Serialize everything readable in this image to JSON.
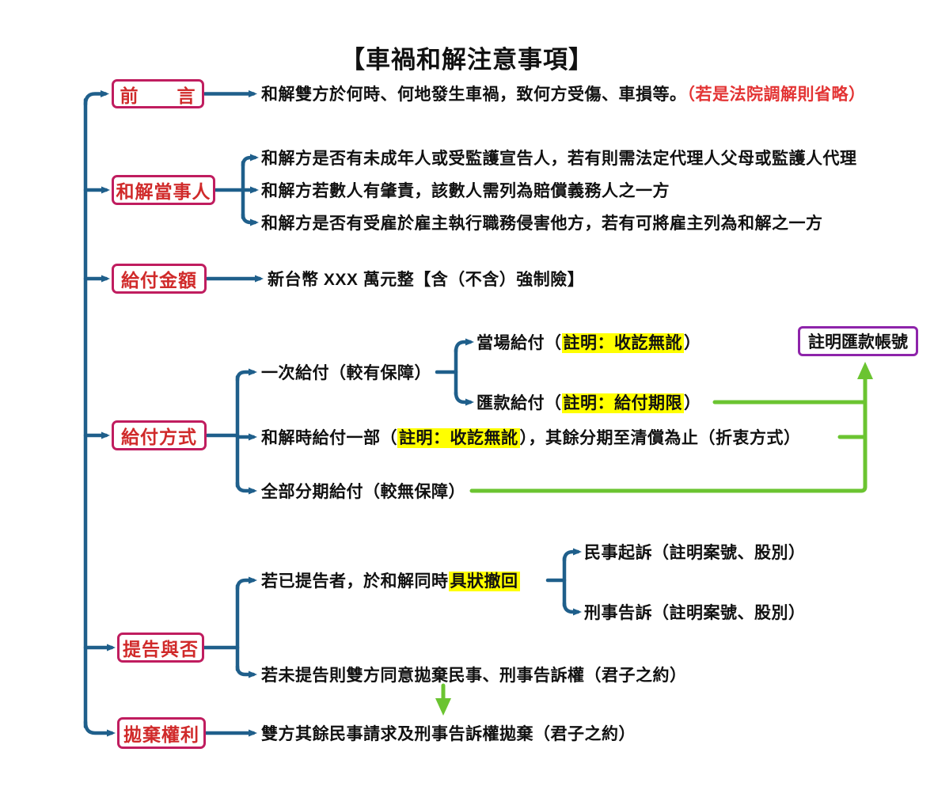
{
  "title": "【車禍和解注意事項】",
  "colors": {
    "category_box_border": "#C01D5F",
    "category_text": "#D02A2A",
    "tree_line_blue": "#1F5F8B",
    "arrow_green": "#6BC431",
    "note_box_border": "#8E24AA",
    "highlight_yellow": "#FFFF00",
    "warning_red": "#E33434"
  },
  "nodes": {
    "preface": {
      "label": "前　　言",
      "text": "和解雙方於何時、何地發生車禍，致何方受傷、車損等。",
      "red_note": "（若是法院調解則省略）"
    },
    "parties": {
      "label": "和解當事人",
      "items": [
        "和解方是否有未成年人或受監護宣告人，若有則需法定代理人父母或監護人代理",
        "和解方若數人有肇責，該數人需列為賠償義務人之一方",
        "和解方是否有受雇於雇主執行職務侵害他方，若有可將雇主列為和解之一方"
      ]
    },
    "amount": {
      "label": "給付金額",
      "text": "新台幣 XXX 萬元整【含（不含）強制險】"
    },
    "method": {
      "label": "給付方式",
      "once": {
        "text": "一次給付（較有保障）",
        "onsite": {
          "prefix": "當場給付（",
          "highlight": "註明：收訖無訛",
          "suffix": "）"
        },
        "remit": {
          "prefix": "匯款給付（",
          "highlight": "註明：給付期限",
          "suffix": "）"
        }
      },
      "partial": {
        "prefix": "和解時給付一部（",
        "highlight": "註明：收訖無訛",
        "suffix": "），其餘分期至清償為止（折衷方式）"
      },
      "installment": {
        "text": "全部分期給付（較無保障）"
      },
      "remit_note": "註明匯款帳號"
    },
    "lawsuit": {
      "label": "提告與否",
      "filed": {
        "prefix": "若已提告者，於和解同時",
        "highlight": "具狀撤回"
      },
      "civil": "民事起訴（註明案號、股別）",
      "criminal": "刑事告訴（註明案號、股別）",
      "not_filed": "若未提告則雙方同意拋棄民事、刑事告訴權（君子之約）"
    },
    "waiver": {
      "label": "拋棄權利",
      "text": "雙方其餘民事請求及刑事告訴權拋棄（君子之約）"
    }
  }
}
